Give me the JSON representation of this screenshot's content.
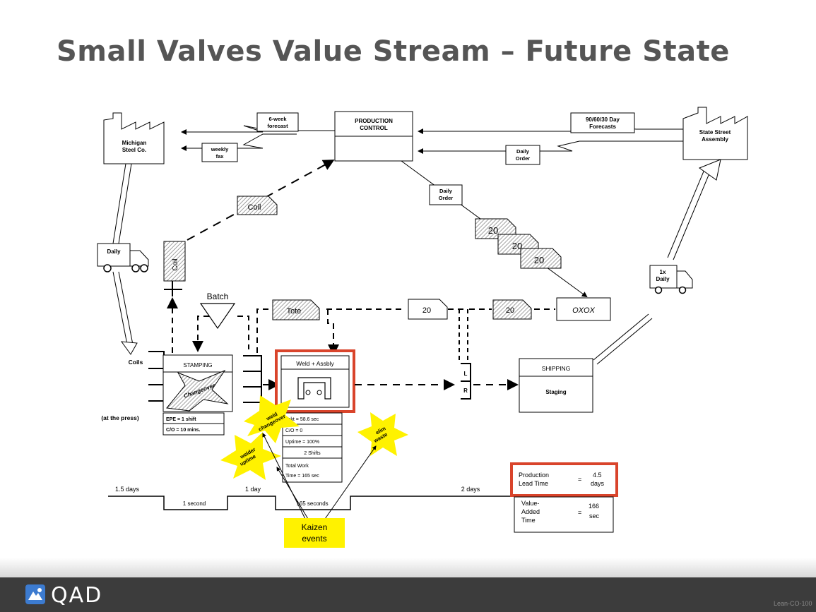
{
  "title": "Small Valves Value Stream – Future State",
  "production_control": {
    "line1": "PRODUCTION",
    "line2": "CONTROL"
  },
  "supplier": {
    "line1": "Michigan",
    "line2": "Steel Co."
  },
  "customer": {
    "line1": "State Street",
    "line2": "Assembly"
  },
  "info_flows": {
    "six_week": {
      "line1": "6-week",
      "line2": "forecast"
    },
    "weekly_fax": {
      "line1": "weekly",
      "line2": "fax"
    },
    "customer_forecast": {
      "line1": "90/60/30 Day",
      "line2": "Forecasts"
    },
    "customer_order": {
      "line1": "Daily",
      "line2": "Order"
    },
    "daily_order": {
      "line1": "Daily",
      "line2": "Order"
    }
  },
  "kanbans": {
    "coil": "Coil",
    "coil_post": "Coil",
    "tote": "Tote",
    "q1": "20",
    "q2": "20",
    "q3": "20",
    "wk_mid": "20",
    "wk_right": "20"
  },
  "heijunka": "OXOX",
  "trucks": {
    "inbound": "Daily",
    "outbound_line1": "1x",
    "outbound_line2": "Daily"
  },
  "batch": "Batch",
  "stamping": {
    "title": "STAMPING",
    "star": "Changeover",
    "coils_label": "Coils",
    "press_label": "(at the press)",
    "data": [
      "EPE = 1 shift",
      "C/O = 10 mins."
    ]
  },
  "weld": {
    "title": "Weld + Assbly",
    "data": [
      "Takt = 58.6 sec",
      "C/O = 0",
      "Uptime = 100%",
      "2 Shifts",
      "Total Work",
      "Time = 165 sec"
    ]
  },
  "supermarket_lr": {
    "l": "L",
    "r": "R"
  },
  "shipping": {
    "title": "SHIPPING",
    "sub": "Staging"
  },
  "kaizen_bursts": {
    "weld_co": {
      "line1": "weld",
      "line2": "changeover"
    },
    "welder": {
      "line1": "welder",
      "line2": "uptime"
    },
    "elim": {
      "line1": "elim",
      "line2": "waste"
    }
  },
  "kaizen_events": {
    "line1": "Kaizen",
    "line2": "events"
  },
  "timeline": {
    "t1": "1.5 days",
    "t2": "1 second",
    "t3": "1 day",
    "t4": "165 seconds",
    "t5": "2 days"
  },
  "lead_time": {
    "label1": "Production",
    "label2": "Lead Time",
    "eq": "=",
    "value1": "4.5",
    "value2": "days"
  },
  "value_added": {
    "label1": "Value-",
    "label2": "Added",
    "label3": "Time",
    "eq": "=",
    "value1": "166",
    "value2": "sec"
  },
  "footer": {
    "brand": "QAD",
    "code": "Lean-CO-100"
  },
  "colors": {
    "highlight": "#d9442b",
    "kaizen": "#fff200",
    "footer": "#3c3c3c"
  }
}
